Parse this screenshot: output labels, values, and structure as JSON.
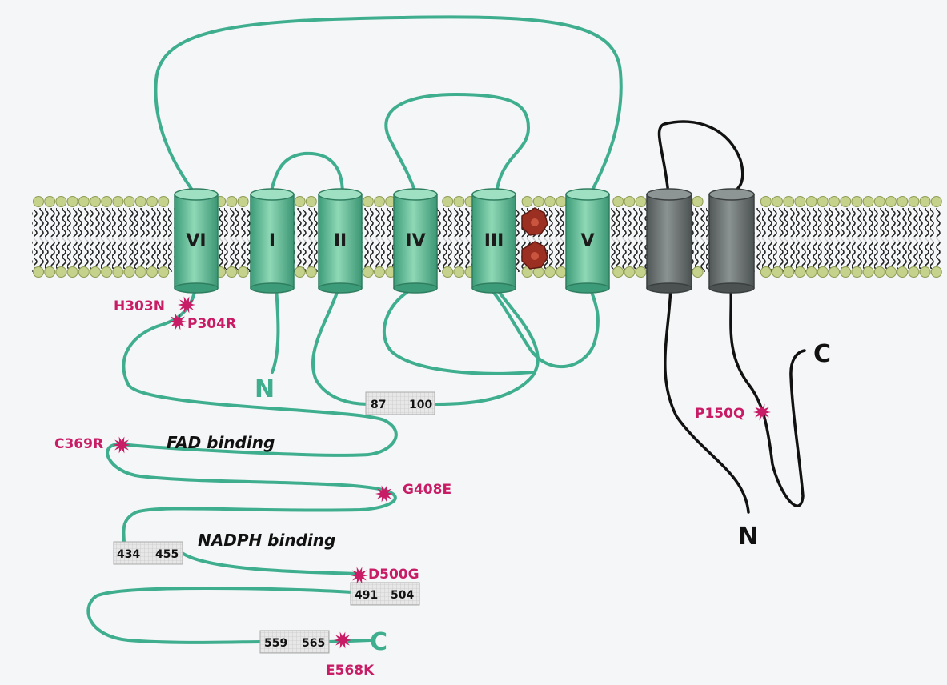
{
  "helices": {
    "vi": "VI",
    "i": "I",
    "ii": "II",
    "iv": "IV",
    "iii": "III",
    "v": "V"
  },
  "mutations": {
    "h303n": "H303N",
    "p304r": "P304R",
    "c369r": "C369R",
    "g408e": "G408E",
    "d500g": "D500G",
    "e568k": "E568K",
    "p150q": "P150Q"
  },
  "regions": {
    "fad": "FAD binding",
    "nadph": "NADPH binding"
  },
  "residue_boxes": {
    "box1": {
      "start": "87",
      "end": "100"
    },
    "box2": {
      "start": "434",
      "end": "455"
    },
    "box3": {
      "start": "491",
      "end": "504"
    },
    "box4": {
      "start": "559",
      "end": "565"
    }
  },
  "termini": {
    "main_n": "N",
    "main_c": "C",
    "partner_n": "N",
    "partner_c": "C"
  },
  "colors": {
    "chain_green": "#3fae8f",
    "helix_green": "#6cc29e",
    "partner_gray": "#6f7676",
    "mutation_magenta": "#c81d66",
    "heme_red": "#9a2f22",
    "lipid_head": "#c5d28b"
  }
}
